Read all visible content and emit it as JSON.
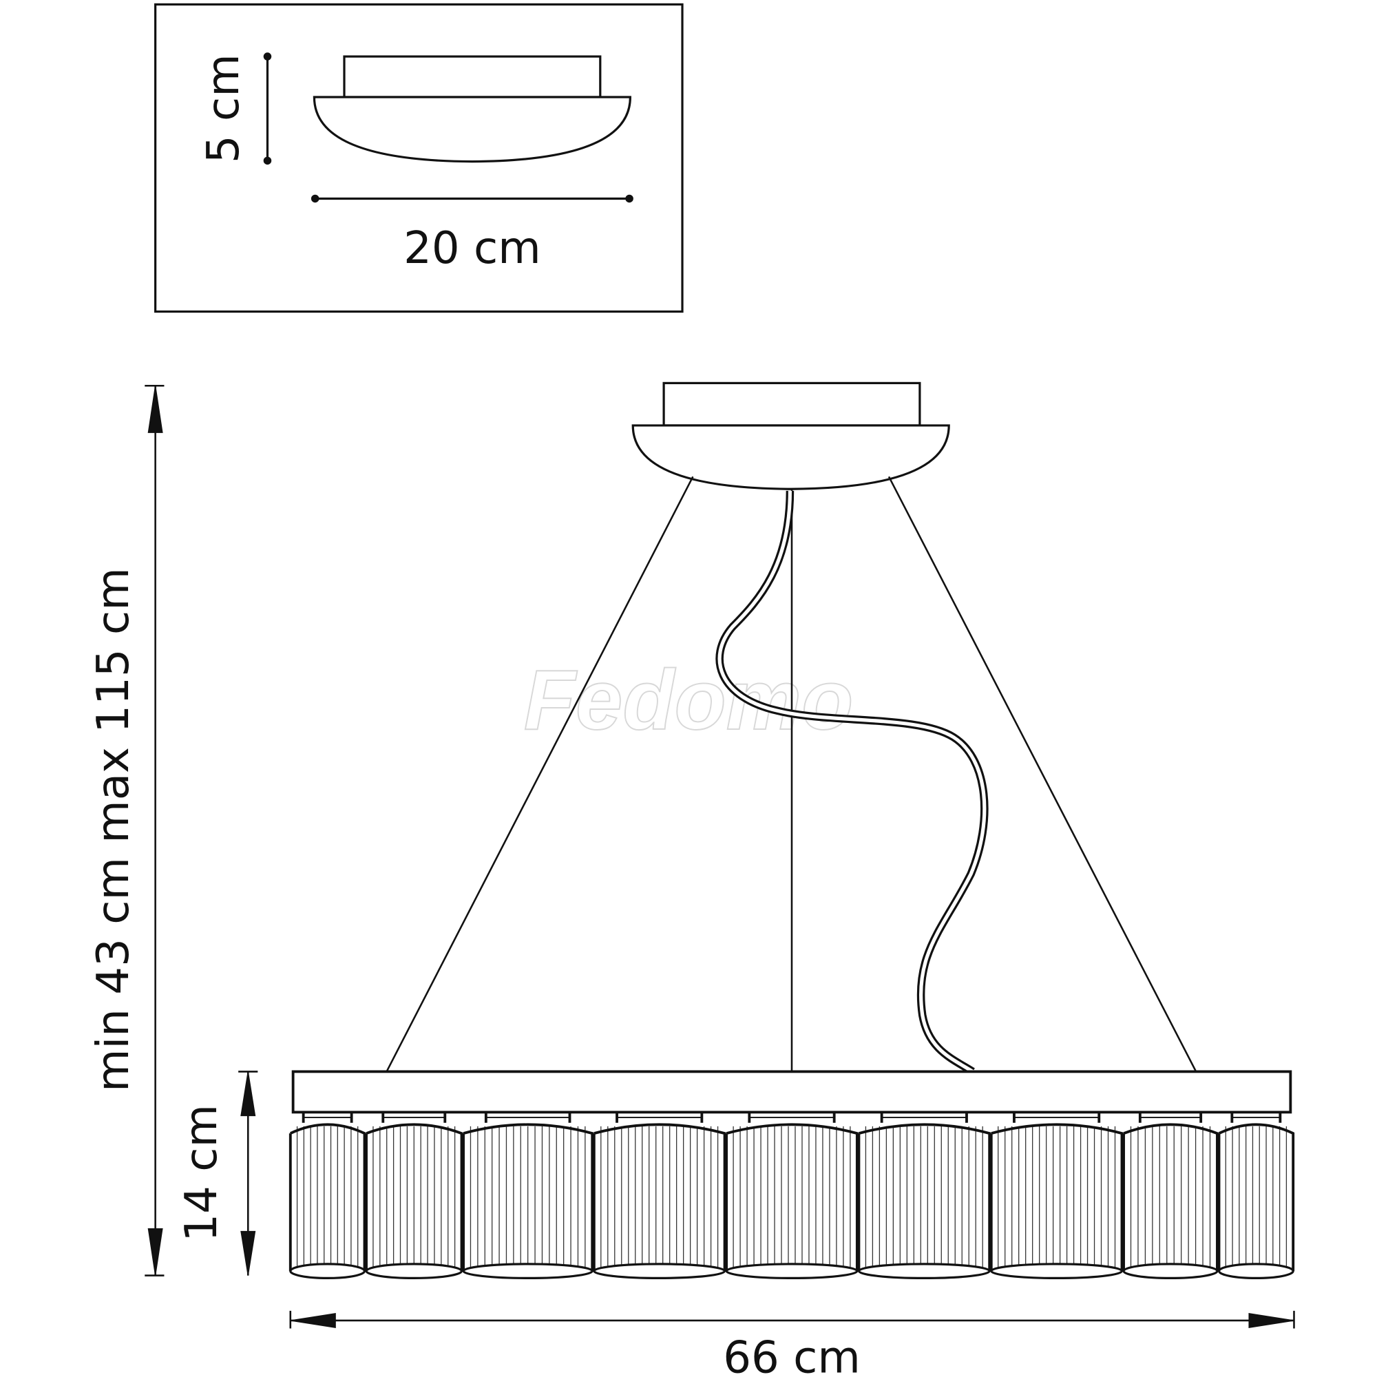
{
  "inset": {
    "height_label": "5 cm",
    "width_label": "20 cm"
  },
  "main": {
    "overall_height_label": "min 43 cm max 115 cm",
    "shade_height_label": "14 cm",
    "width_label": "66 cm",
    "shade_count": 9
  },
  "watermark": "Fedomo",
  "colors": {
    "line": "#111111",
    "background": "#ffffff"
  }
}
